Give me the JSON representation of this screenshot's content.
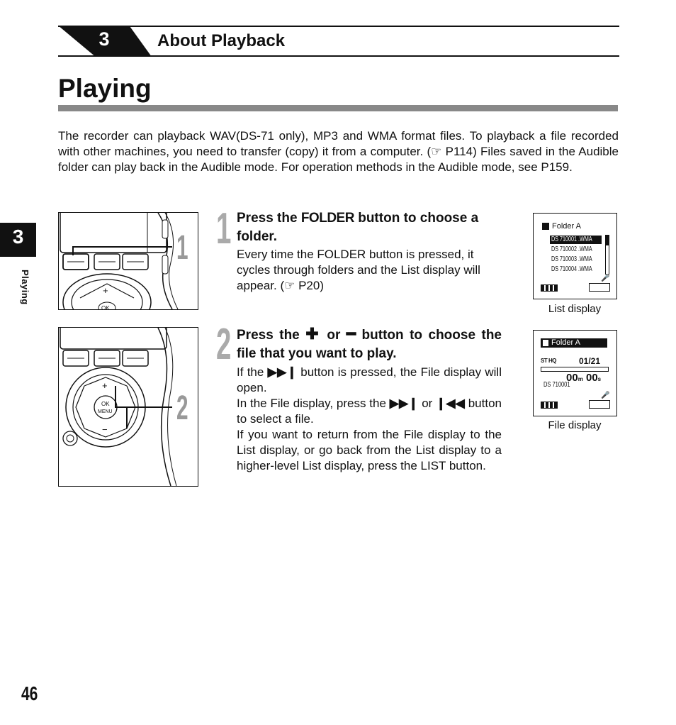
{
  "header": {
    "chapter_number": "3",
    "section_title": "About Playback"
  },
  "page_title": "Playing",
  "intro": {
    "line1": "The recorder can playback WAV(DS-71 only), MP3 and WMA format files. To playback a file recorded with other machines, you need to transfer (copy) it from a computer. (",
    "ref1": "P114)",
    "line2": " Files saved in the Audible folder can play back in the Audible mode. For operation methods in the Audible mode, see  P159."
  },
  "side_tab": {
    "number": "3",
    "label": "Playing"
  },
  "steps": [
    {
      "number": "1",
      "heading_pre": "Press the ",
      "heading_key": "FOLDER",
      "heading_post": " button to choose a folder.",
      "body": "Every time the FOLDER button is pressed, it cycles through folders and the List display will appear. (",
      "ref": "P20)",
      "figure_callout": "1"
    },
    {
      "number": "2",
      "heading_pre": "Press the ",
      "heading_mid": " or ",
      "heading_post": " button to choose the file that you want to play.",
      "body1_pre": "If the ",
      "body1_post": " button is pressed, the File display will open.",
      "body2_pre": "In the File display, press the ",
      "body2_mid": " or ",
      "body2_post": " button to select a file.",
      "body3": "If you want to return from the File display to the List display, or go back from the List display to a higher-level List display, press the LIST button.",
      "figure_callout": "2"
    }
  ],
  "list_display": {
    "folder_label": "Folder  A",
    "files": [
      "DS 710001 .WMA",
      "DS 710002 .WMA",
      "DS 710003 .WMA",
      "DS 710004 .WMA"
    ],
    "caption": "List display"
  },
  "file_display": {
    "folder_label": "Folder  A",
    "mode": "ST HQ",
    "counter": "01/21",
    "time_min": "00",
    "time_sec": "00",
    "file_name": "DS 710001",
    "caption": "File display"
  },
  "device_labels": {
    "ok": "OK",
    "menu": "MENU",
    "plus": "+",
    "minus": "−"
  },
  "page_number": "46"
}
